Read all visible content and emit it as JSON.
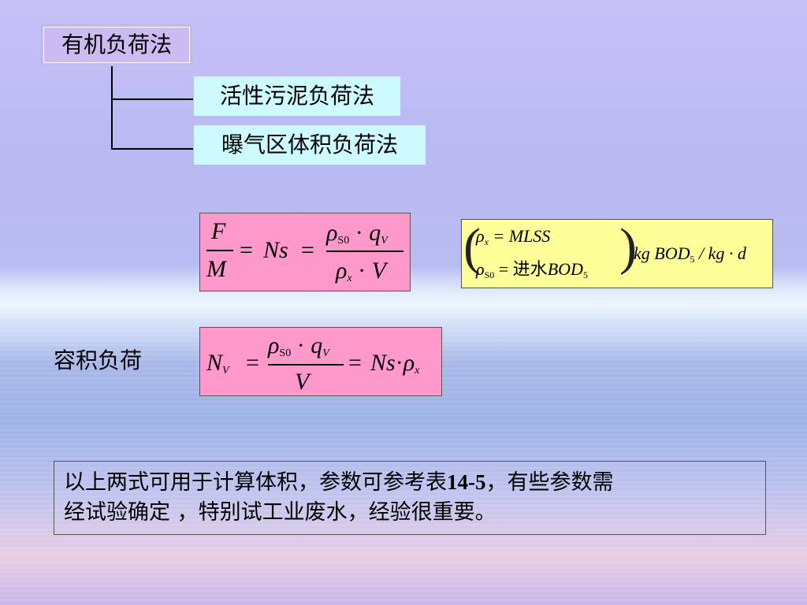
{
  "hierarchy": {
    "root": "有机负荷法",
    "children": [
      "活性污泥负荷法",
      "曝气区体积负荷法"
    ]
  },
  "formula_fm": {
    "frac_num": "F",
    "frac_den": "M",
    "eq1": "=",
    "ns": "Ns",
    "eq2": "=",
    "rho": "ρ",
    "rho_sub": "S0",
    "dot": "·",
    "q": "q",
    "q_sub": "V",
    "rho2": "ρ",
    "rho2_sub": "x",
    "dot2": "·",
    "v": "V"
  },
  "formula_rho": {
    "line1_rho": "ρ",
    "line1_sub": "x",
    "line1_rhs": "= MLSS",
    "line2_rho": "ρ",
    "line2_sub": "S0",
    "line2_eq": "=",
    "line2_cn": "进水",
    "line2_bod": "BOD",
    "line2_bod_sub": "5",
    "paren_left": "(",
    "paren_right": ")",
    "unit_pre": "kg  BOD",
    "unit_sub": "5",
    "unit_post": " / kg · d"
  },
  "volume_label": "容积负荷",
  "formula_nv": {
    "n": "N",
    "n_sub": "V",
    "eq1": "=",
    "rho": "ρ",
    "rho_sub": "S0",
    "dot": "·",
    "q": "q",
    "q_sub": "V",
    "den": "V",
    "eq2": "=",
    "ns": "Ns",
    "dot2": "·",
    "rho2": "ρ",
    "rho2_sub": "x"
  },
  "note": {
    "line1_a": "以上两式可用于计算体积，参数可参考表",
    "line1_ref": "14-5",
    "line1_b": "，有些参数需",
    "line2": "经试验确定 ，特别试工业废水，经验很重要。"
  },
  "colors": {
    "label_purple": "#ccbbf2",
    "label_cyan": "#ccfaff",
    "formula_pink": "#ff99cc",
    "formula_yellow": "#ffff99"
  }
}
